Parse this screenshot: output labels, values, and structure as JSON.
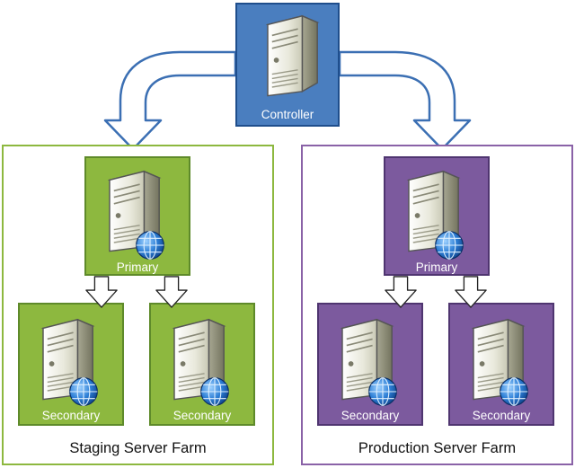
{
  "controller": {
    "label": "Controller",
    "color": "#4a7ebf",
    "border": "#1f4e8c"
  },
  "farms": {
    "staging": {
      "title": "Staging Server Farm",
      "frame_color": "#8db83f",
      "tile_color": "#8db83f",
      "tile_border": "#5e8a2a",
      "primary_label": "Primary",
      "secondary_labels": [
        "Secondary",
        "Secondary"
      ]
    },
    "production": {
      "title": "Production Server Farm",
      "frame_color": "#8a62a7",
      "tile_color": "#7c5a9e",
      "tile_border": "#4f3570",
      "primary_label": "Primary",
      "secondary_labels": [
        "Secondary",
        "Secondary"
      ]
    }
  },
  "icons": {
    "server": "server-icon",
    "globe": "globe-icon",
    "arrow": "arrow-down-icon"
  }
}
